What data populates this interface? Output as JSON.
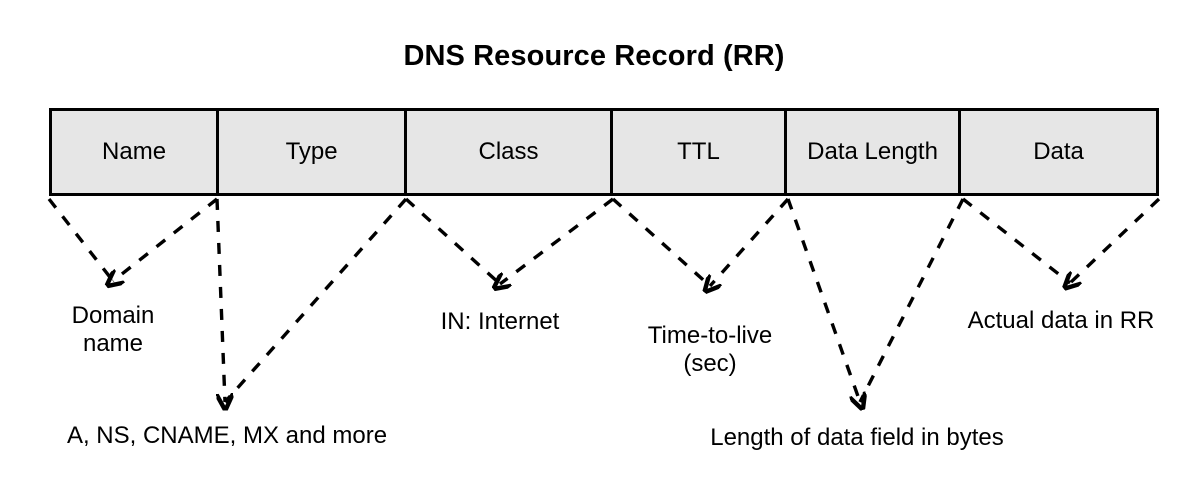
{
  "title": "DNS Resource Record (RR)",
  "record": {
    "fields": [
      {
        "label": "Name",
        "name": "name"
      },
      {
        "label": "Type",
        "name": "type"
      },
      {
        "label": "Class",
        "name": "class"
      },
      {
        "label": "TTL",
        "name": "ttl"
      },
      {
        "label": "Data\nLength",
        "name": "data-length"
      },
      {
        "label": "Data",
        "name": "data"
      }
    ]
  },
  "annotations": [
    {
      "field": "name",
      "text": "Domain\nname"
    },
    {
      "field": "type",
      "text": "A, NS, CNAME, MX and more"
    },
    {
      "field": "class",
      "text": "IN: Internet"
    },
    {
      "field": "ttl",
      "text": "Time-to-live\n(sec)"
    },
    {
      "field": "data-length",
      "text": "Length of data field in bytes"
    },
    {
      "field": "data",
      "text": "Actual data in RR"
    }
  ],
  "colors": {
    "cell_fill": "#e6e6e6",
    "stroke": "#000000",
    "background": "#ffffff"
  }
}
